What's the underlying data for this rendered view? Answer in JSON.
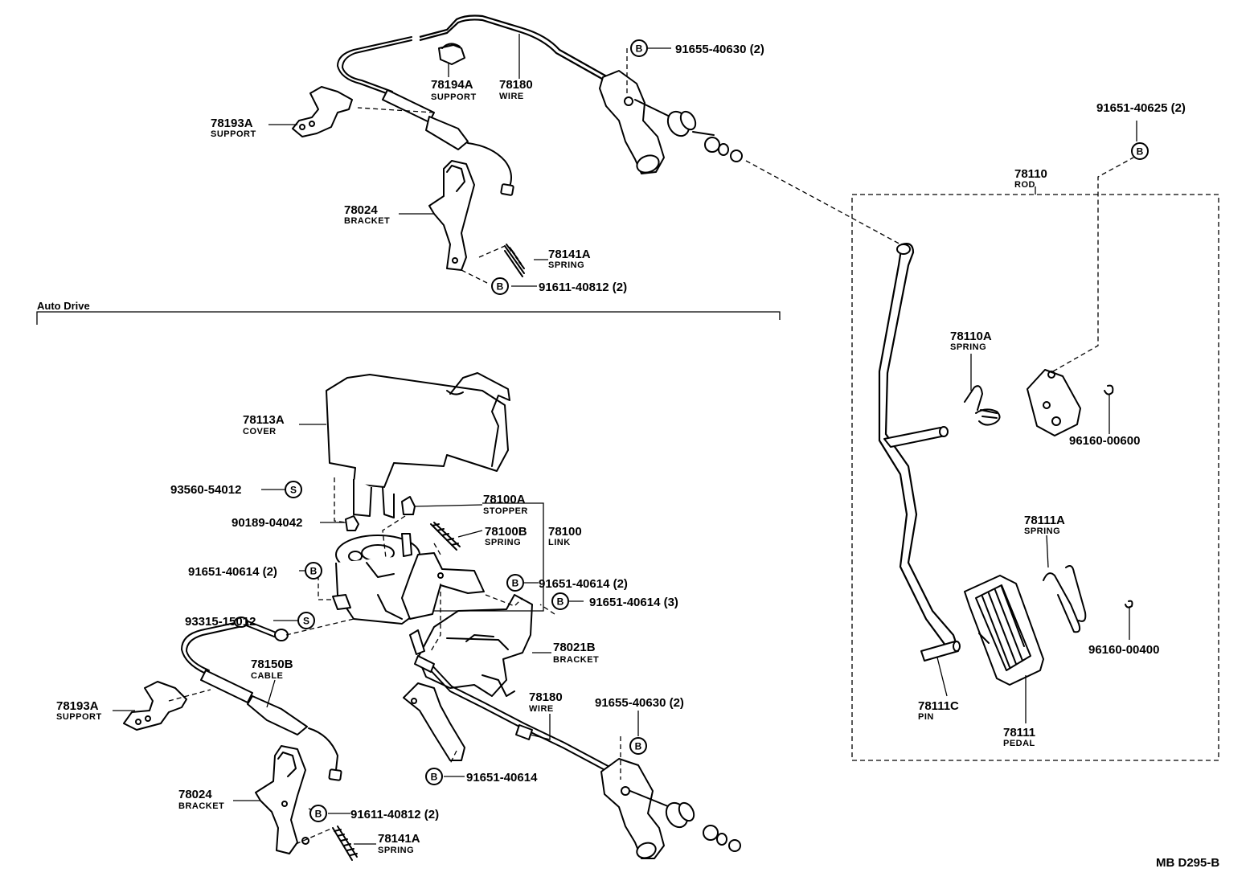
{
  "section_title": "Auto Drive",
  "drawing_code": "MB D295-B",
  "markers": {
    "b": "B",
    "s": "S"
  },
  "callouts": [
    {
      "id": "c1",
      "part": "91655-40630 (2)",
      "name": ""
    },
    {
      "id": "c2",
      "part": "78194A",
      "name": "SUPPORT"
    },
    {
      "id": "c3",
      "part": "78180",
      "name": "WIRE"
    },
    {
      "id": "c4",
      "part": "78193A",
      "name": "SUPPORT"
    },
    {
      "id": "c5",
      "part": "78024",
      "name": "BRACKET"
    },
    {
      "id": "c6",
      "part": "78141A",
      "name": "SPRING"
    },
    {
      "id": "c7",
      "part": "91611-40812 (2)",
      "name": ""
    },
    {
      "id": "c8",
      "part": "91651-40625 (2)",
      "name": ""
    },
    {
      "id": "c9",
      "part": "78110",
      "name": "ROD"
    },
    {
      "id": "c10",
      "part": "78110A",
      "name": "SPRING"
    },
    {
      "id": "c11",
      "part": "96160-00600",
      "name": ""
    },
    {
      "id": "c12",
      "part": "78111A",
      "name": "SPRING"
    },
    {
      "id": "c13",
      "part": "96160-00400",
      "name": ""
    },
    {
      "id": "c14",
      "part": "78111C",
      "name": "PIN"
    },
    {
      "id": "c15",
      "part": "78111",
      "name": "PEDAL"
    },
    {
      "id": "c16",
      "part": "78113A",
      "name": "COVER"
    },
    {
      "id": "c17",
      "part": "93560-54012",
      "name": ""
    },
    {
      "id": "c18",
      "part": "90189-04042",
      "name": ""
    },
    {
      "id": "c19",
      "part": "78100A",
      "name": "STOPPER"
    },
    {
      "id": "c20",
      "part": "78100B",
      "name": "SPRING"
    },
    {
      "id": "c21",
      "part": "78100",
      "name": "LINK"
    },
    {
      "id": "c22",
      "part": "91651-40614 (2)",
      "name": ""
    },
    {
      "id": "c23",
      "part": "91651-40614 (2)",
      "name": ""
    },
    {
      "id": "c24",
      "part": "91651-40614 (3)",
      "name": ""
    },
    {
      "id": "c25",
      "part": "93315-15012",
      "name": ""
    },
    {
      "id": "c26",
      "part": "78021B",
      "name": "BRACKET"
    },
    {
      "id": "c27",
      "part": "78150B",
      "name": "CABLE"
    },
    {
      "id": "c28",
      "part": "78193A",
      "name": "SUPPORT"
    },
    {
      "id": "c29",
      "part": "78180",
      "name": "WIRE"
    },
    {
      "id": "c30",
      "part": "91655-40630 (2)",
      "name": ""
    },
    {
      "id": "c31",
      "part": "91651-40614",
      "name": ""
    },
    {
      "id": "c32",
      "part": "78024",
      "name": "BRACKET"
    },
    {
      "id": "c33",
      "part": "91611-40812 (2)",
      "name": ""
    },
    {
      "id": "c34",
      "part": "78141A",
      "name": "SPRING"
    }
  ]
}
